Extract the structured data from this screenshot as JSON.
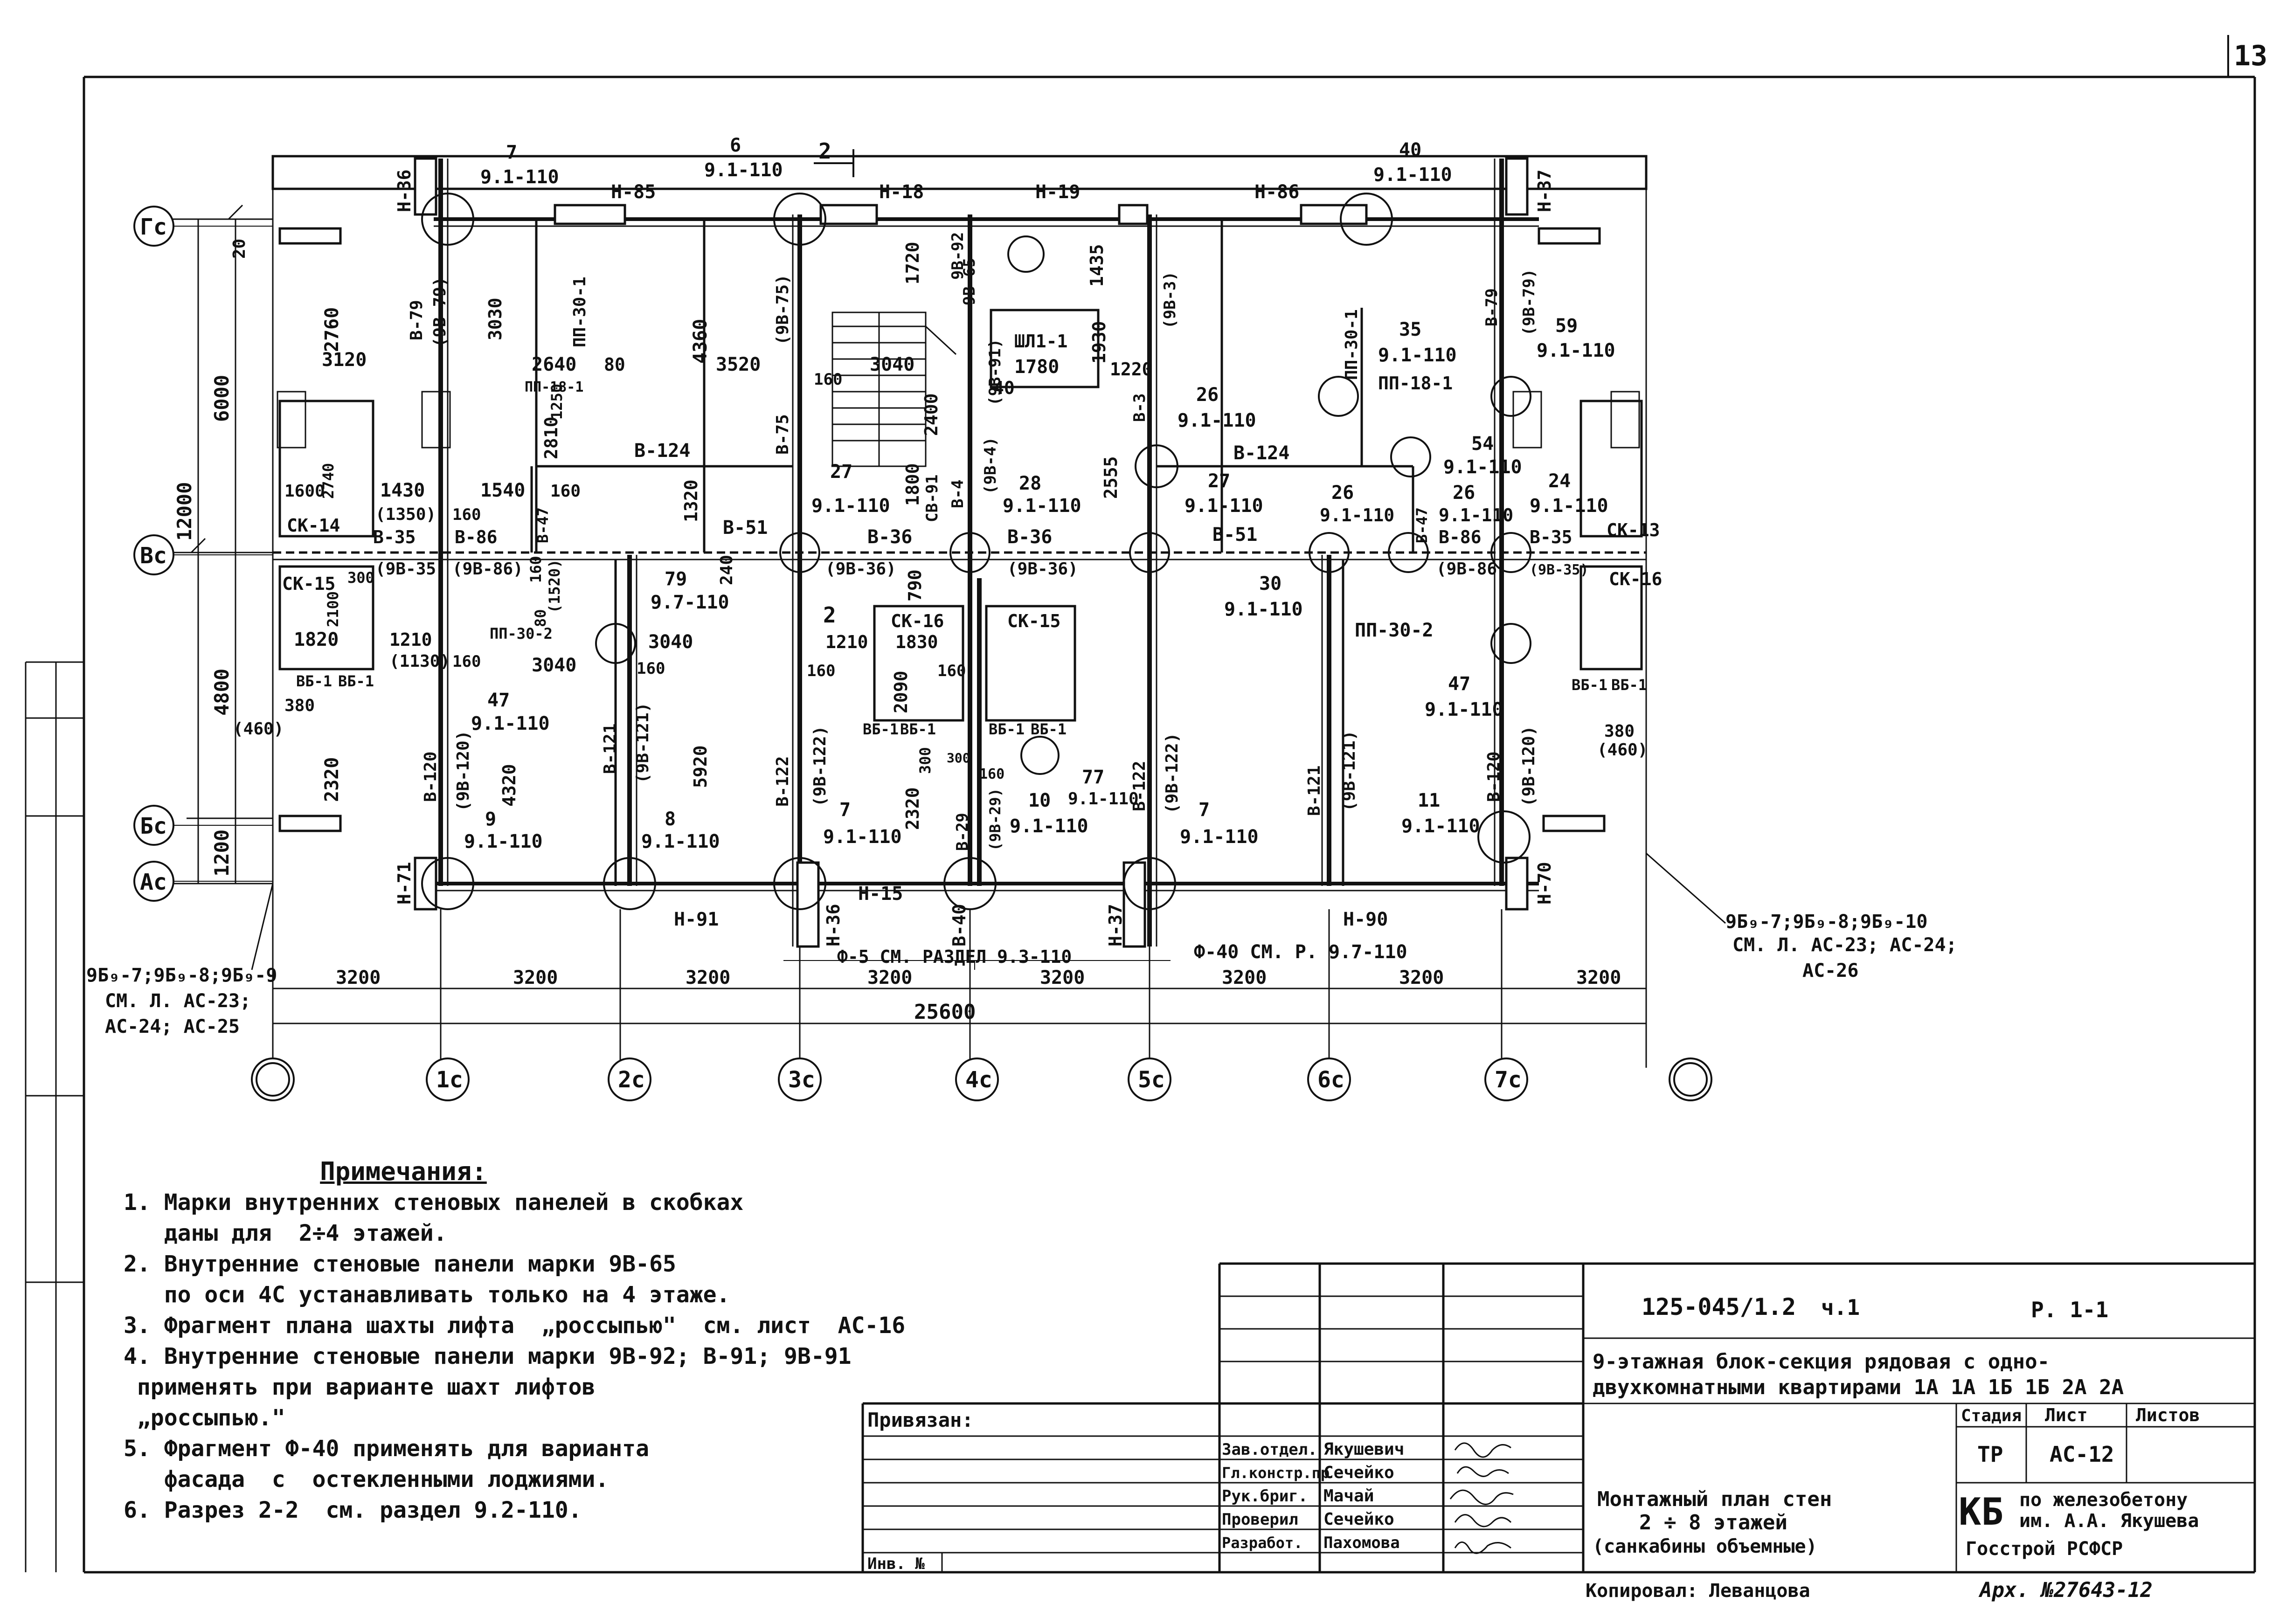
{
  "sheet": {
    "page_number": "13"
  },
  "plan": {
    "grid_rows": [
      "Гс",
      "Вс",
      "Бс",
      "Ас"
    ],
    "grid_columns": [
      "1с",
      "2с",
      "3с",
      "4с",
      "5с",
      "6с",
      "7с"
    ],
    "bottom_dims": [
      "3200",
      "3200",
      "3200",
      "3200",
      "3200",
      "3200",
      "3200",
      "3200"
    ],
    "overall_dim": "25600",
    "left_dims": {
      "total": "12000",
      "upper": "6000",
      "lower": "4800",
      "bottom": "1200",
      "d20": "20",
      "d2760": "2760",
      "d2320": "2320"
    },
    "section_mark": "2",
    "panels_top": [
      "Н-36",
      "Н-85",
      "Н-18",
      "Н-19",
      "Н-86",
      "Н-37"
    ],
    "panels_bottom": [
      "Н-71",
      "Н-91",
      "Н-15",
      "Н-36",
      "В-40",
      "Н-37",
      "Н-90",
      "Н-70"
    ],
    "node_labels": [
      {
        "num": "7",
        "ref": "9.1-110"
      },
      {
        "num": "6",
        "ref": "9.1-110"
      },
      {
        "num": "40",
        "ref": "9.1-110"
      },
      {
        "num": "35",
        "ref": "9.1-110"
      },
      {
        "num": "59",
        "ref": "9.1-110"
      },
      {
        "num": "26",
        "ref": "9.1-110"
      },
      {
        "num": "54",
        "ref": "9.1-110"
      },
      {
        "num": "27",
        "ref": "9.1-110"
      },
      {
        "num": "28",
        "ref": "9.1-110"
      },
      {
        "num": "27",
        "ref": "9.1-110"
      },
      {
        "num": "26",
        "ref": "9.1-110"
      },
      {
        "num": "26",
        "ref": "9.1-110"
      },
      {
        "num": "24",
        "ref": "9.1-110"
      },
      {
        "num": "79",
        "ref": "9.7-110"
      },
      {
        "num": "30",
        "ref": "9.1-110"
      },
      {
        "num": "47",
        "ref": "9.1-110"
      },
      {
        "num": "47",
        "ref": "9.1-110"
      },
      {
        "num": "77",
        "ref": "9.1-110"
      },
      {
        "num": "9",
        "ref": "9.1-110"
      },
      {
        "num": "8",
        "ref": "9.1-110"
      },
      {
        "num": "7",
        "ref": "9.1-110"
      },
      {
        "num": "10",
        "ref": "9.1-110"
      },
      {
        "num": "7",
        "ref": "9.1-110"
      },
      {
        "num": "11",
        "ref": "9.1-110"
      }
    ],
    "interior_labels": {
      "v79": "В-79",
      "v79b": "(9В-79)",
      "v75": "В-75",
      "v75b": "(9В-75)",
      "v92": "9В-92",
      "v65": "9В-65",
      "v3": "(9В-3)",
      "v3b": "В-3",
      "v124a": "В-124",
      "v124b": "В-124",
      "v51a": "В-51",
      "v51b": "В-51",
      "v36a": "В-36",
      "v36b": "(9В-36)",
      "v36c": "В-36",
      "v36d": "(9В-36)",
      "v35a": "В-35",
      "v35b": "(9В-35)",
      "v35c": "В-35",
      "v35d": "(9В-35)",
      "v86a": "В-86",
      "v86b": "(9В-86)",
      "v86c": "В-86",
      "v86d": "(9В-86)",
      "v4": "В-4",
      "v4b": "(9В-4)",
      "v91": "СВ-91",
      "v91b": "(9В-91)",
      "v47a": "В-47",
      "v47b": "В-47",
      "v120": "В-120",
      "v120b": "(9В-120)",
      "v121": "В-121",
      "v121b": "(9В-121)",
      "v122": "В-122",
      "v122b": "(9В-122)",
      "v29": "В-29",
      "v29b": "(9В-29)",
      "v122c": "В-122",
      "v122d": "(9В-122)",
      "v121c": "В-121",
      "v121d": "(9В-121)",
      "v120c": "В-120",
      "v120d": "(9В-120)",
      "pp30_1a": "ПП-30-1",
      "pp30_1b": "ПП-30-1",
      "pp18_1a": "ПП-18-1",
      "pp18_1b": "ПП-18-1",
      "pp30_2a": "ПП-30-2",
      "pp30_2b": "ПП-30-2",
      "sk14": "СК-14",
      "sk15a": "СК-15",
      "sk15b": "СК-15",
      "sk13": "СК-13",
      "sk16a": "СК-16",
      "sk16b": "СК-16",
      "shl": "ШЛ1-1",
      "bb1": "ВБ-1",
      "bb1b": "ВБ-1"
    },
    "interior_dims": [
      "3120",
      "3030",
      "2640",
      "80",
      "4360",
      "3520",
      "3040",
      "1720",
      "1435",
      "1780",
      "40",
      "1930",
      "1220",
      "2400",
      "1800",
      "790",
      "2555",
      "2810",
      "1250",
      "1320",
      "1540",
      "160",
      "1430",
      "(1350)",
      "160",
      "1600",
      "2740",
      "2100",
      "1820",
      "(1520)",
      "160",
      "80",
      "1210",
      "(1130)",
      "160",
      "3040",
      "3040",
      "160",
      "160",
      "1210",
      "1830",
      "2090",
      "160",
      "4320",
      "5920",
      "2320",
      "300",
      "300",
      "160",
      "380",
      "(460)",
      "380",
      "(460)",
      "240",
      "160",
      "160",
      "160",
      "300"
    ],
    "facade_label": "Ф-5  СМ. РАЗДЕЛ 9.3-110",
    "facade_label_2": "Ф-40  СМ. Р. 9.7-110",
    "left_note_1": "9Б₉-7;9Б₉-8;9Б₉-9",
    "left_note_2": "СМ. Л. АС-23;",
    "left_note_3": "АС-24; АС-25",
    "right_note_1": "9Б₉-7;9Б₉-8;9Б₉-10",
    "right_note_2": "СМ. Л. АС-23; АС-24;",
    "right_note_3": "АС-26"
  },
  "notes": {
    "heading": "Примечания:",
    "items": [
      "1. Марки внутренних стеновых панелей в скобках\n   даны для  2÷4 этажей.",
      "2. Внутренние стеновые панели марки 9В-65\n   по оси 4С устанавливать только на 4 этаже.",
      "3. Фрагмент плана шахты лифта  „россыпью\"  см. лист  АС-16",
      "4. Внутренние стеновые панели марки 9В-92; В-91; 9В-91\n применять при варианте шахт лифтов\n „россыпью.\"",
      "5. Фрагмент Ф-40 применять для варианта\n   фасада  с  остекленными лоджиями.",
      "6. Разрез 2-2  см. раздел 9.2-110."
    ]
  },
  "title_block": {
    "project_code": "125-045/1.2",
    "part": "ч.1",
    "section": "Р. 1-1",
    "title_1": "9-этажная блок-секция рядовая с одно-",
    "title_2": "двухкомнатными квартирами 1А 1А 1Б 1Б 2А 2А",
    "stage_hdr": "Стадия",
    "sheet_hdr": "Лист",
    "sheets_hdr": "Листов",
    "stage": "ТР",
    "sheet": "АС-12",
    "sheets": "",
    "privyazan": "Привязан:",
    "inv": "Инв. №",
    "roles": [
      "Зав.отдел.",
      "Гл.констр.пр",
      "Рук.бриг.",
      "Проверил",
      "Разработ."
    ],
    "names": [
      "Якушевич",
      "Сечейко",
      "Мачай",
      "Сечейко",
      "Пахомова"
    ],
    "drawing_1": "Монтажный план стен",
    "drawing_2": "2 ÷ 8 этажей",
    "drawing_3": "(санкабины объемные)",
    "org_kb": "КБ",
    "org_1": "по железобетону",
    "org_2": "им. А.А. Якушева",
    "org_3": "Госстрой РСФСР",
    "copied": "Копировал: Леванцова",
    "archive": "Арх. №27643-12"
  },
  "colors": {
    "ink": "#111111",
    "paper": "#ffffff"
  }
}
